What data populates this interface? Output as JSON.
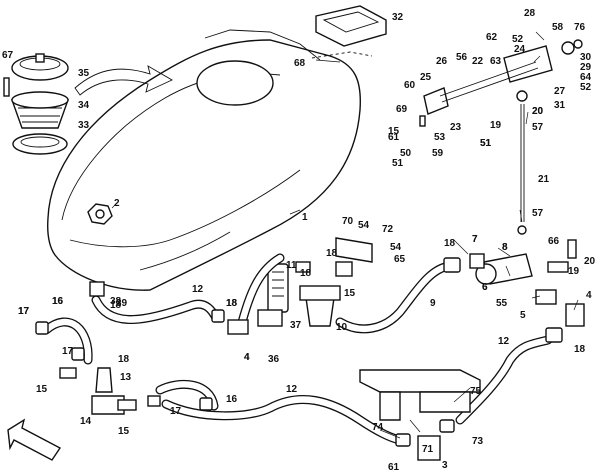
{
  "diagram": {
    "callouts": [
      "1",
      "2",
      "3",
      "4",
      "5",
      "6",
      "7",
      "8",
      "9",
      "10",
      "11",
      "12",
      "13",
      "14",
      "15",
      "16",
      "17",
      "18",
      "19",
      "20",
      "21",
      "22",
      "23",
      "24",
      "25",
      "26",
      "27",
      "28",
      "29",
      "30",
      "31",
      "32",
      "33",
      "34",
      "35",
      "36",
      "37",
      "38",
      "39",
      "50",
      "51",
      "52",
      "53",
      "54",
      "55",
      "56",
      "57",
      "58",
      "59",
      "60",
      "61",
      "62",
      "63",
      "64",
      "65",
      "66",
      "67",
      "68",
      "69",
      "70",
      "71",
      "72",
      "73",
      "74",
      "75",
      "76"
    ],
    "extra_callouts": [
      "12",
      "12",
      "15",
      "15",
      "15",
      "16",
      "16",
      "17",
      "17",
      "17",
      "18",
      "18",
      "18",
      "18",
      "18",
      "18",
      "18",
      "19",
      "20",
      "20",
      "4",
      "4",
      "51",
      "51",
      "52",
      "54",
      "57",
      "61",
      "6",
      "7",
      "8"
    ]
  }
}
